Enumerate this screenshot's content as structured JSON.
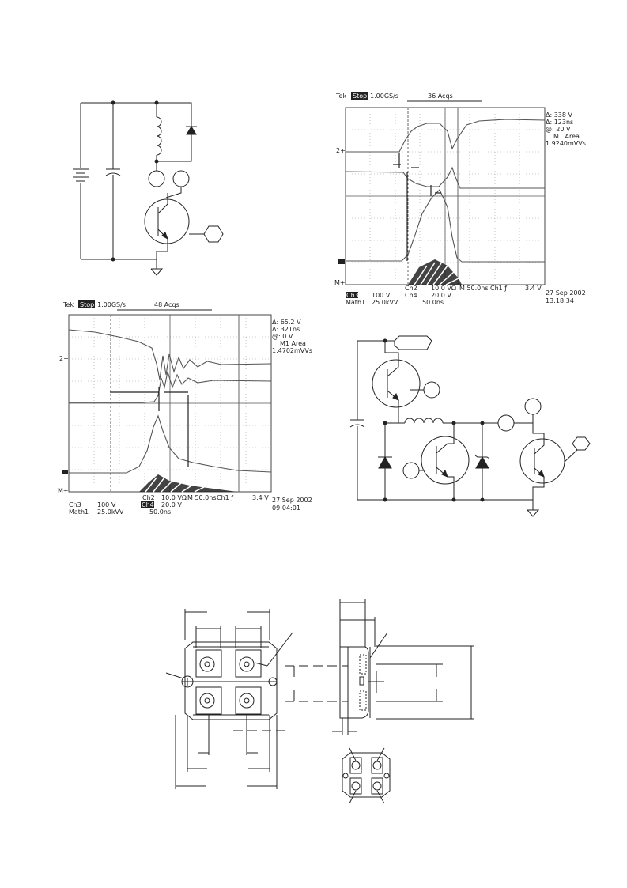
{
  "scope_top": {
    "brand": "Tek",
    "mode": "Stop",
    "rate": "1.00GS/s",
    "acqs": "36 Acqs",
    "meas": [
      "Δ: 338 V",
      "Δ: 123ns",
      "@: 20 V",
      "M1 Area",
      "1.9240mVVs"
    ],
    "ch_marker": "2+",
    "m_marker": "M+",
    "bottom_row1": [
      "Ch2",
      "10.0 VΩ",
      "M 50.0ns",
      "Ch1 ƒ",
      "3.4 V"
    ],
    "bottom_row2": [
      "Ch3",
      "100 V",
      "Ch4",
      "20.0 V"
    ],
    "bottom_row3": [
      "Math1",
      "25.0kVV",
      "50.0ns"
    ],
    "date": "27 Sep 2002",
    "time": "13:18:34"
  },
  "scope_bottom": {
    "brand": "Tek",
    "mode": "Stop",
    "rate": "1.00GS/s",
    "acqs": "48 Acqs",
    "meas": [
      "Δ: 65.2 V",
      "Δ: 321ns",
      "@: 0 V",
      "M1 Area",
      "1.4702mVVs"
    ],
    "ch_marker": "2+",
    "m_marker": "M+",
    "bottom_row1": [
      "Ch2",
      "10.0 VΩ",
      "M 50.0ns",
      "Ch1 ƒ",
      "3.4 V"
    ],
    "bottom_row2": [
      "Ch3",
      "100 V",
      "Ch4",
      "20.0 V"
    ],
    "bottom_row3": [
      "Math1",
      "25.0kVV",
      "50.0ns"
    ],
    "date": "27 Sep 2002",
    "time": "09:04:01"
  }
}
